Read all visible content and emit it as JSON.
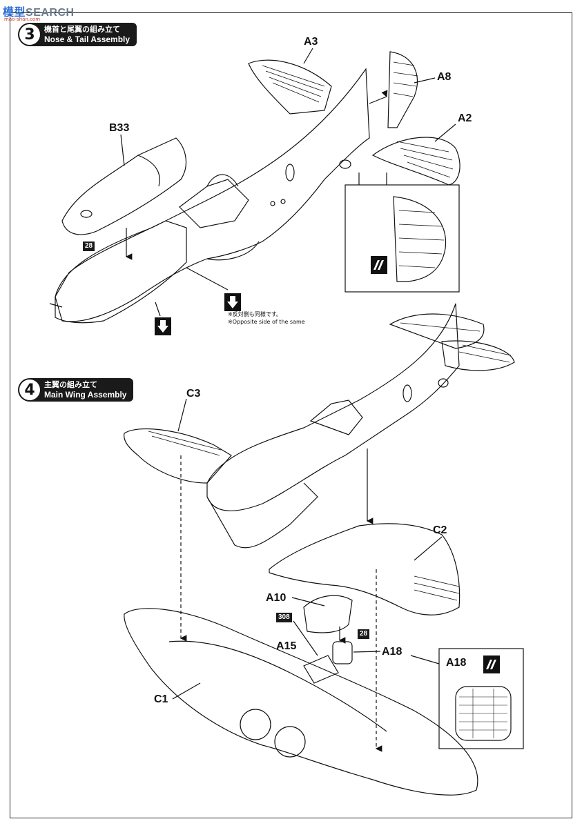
{
  "watermark": {
    "brand_a": "模型",
    "brand_b": "SEARCH",
    "url": "mao-shan.com"
  },
  "steps": [
    {
      "number": "3",
      "title_jp": "機首と尾翼の組み立て",
      "title_en": "Nose & Tail Assembly"
    },
    {
      "number": "4",
      "title_jp": "主翼の組み立て",
      "title_en": "Main Wing Assembly"
    }
  ],
  "parts": {
    "a3": "A3",
    "a8": "A8",
    "a2": "A2",
    "b33": "B33",
    "c3": "C3",
    "c2": "C2",
    "a10": "A10",
    "a15": "A15",
    "a18": "A18",
    "a18_detail": "A18",
    "c1": "C1"
  },
  "badges": {
    "paint_28_a": "28",
    "paint_308": "308",
    "paint_28_b": "28"
  },
  "notes": {
    "opposite_jp": "※反対側も同様です。",
    "opposite_en": "※Opposite side of the same"
  },
  "icons": {
    "glue": "glue-symbol-icon",
    "decal": "photo-etch-symbol-icon"
  }
}
